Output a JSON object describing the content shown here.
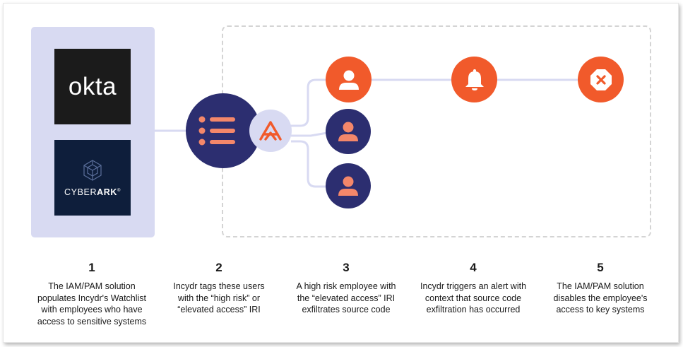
{
  "idp": {
    "okta_label": "okta",
    "cyberark_regular": "CYBER",
    "cyberark_bold": "ARK",
    "cyberark_mark": "®"
  },
  "icons": {
    "list": "list-icon",
    "incydr_logo": "incydr-logo-icon",
    "person": "person-icon",
    "bell": "bell-alert-icon",
    "block": "close-octagon-icon",
    "cyberark_logo": "cyberark-cube-icon"
  },
  "colors": {
    "navy": "#2c2e70",
    "orange": "#f15a2b",
    "lavender": "#d8daf2",
    "salmon": "#f4876a",
    "okta_bg": "#1b1b1b",
    "cyberark_bg": "#0e1e3b"
  },
  "steps": [
    {
      "number": "1",
      "lines": [
        "The IAM/PAM solution",
        "populates Incydr's Watchlist",
        "with employees who have",
        "access to sensitive systems"
      ]
    },
    {
      "number": "2",
      "lines": [
        "Incydr tags these users",
        "with the “high risk” or",
        "“elevated access” IRI"
      ]
    },
    {
      "number": "3",
      "lines": [
        "A high risk employee with",
        "the “elevated access” IRI",
        "exfiltrates source code"
      ]
    },
    {
      "number": "4",
      "lines": [
        "Incydr triggers an alert with",
        "context that source code",
        "exfiltration has occurred"
      ]
    },
    {
      "number": "5",
      "lines": [
        "The IAM/PAM solution",
        "disables the employee's",
        "access to key systems"
      ]
    }
  ]
}
